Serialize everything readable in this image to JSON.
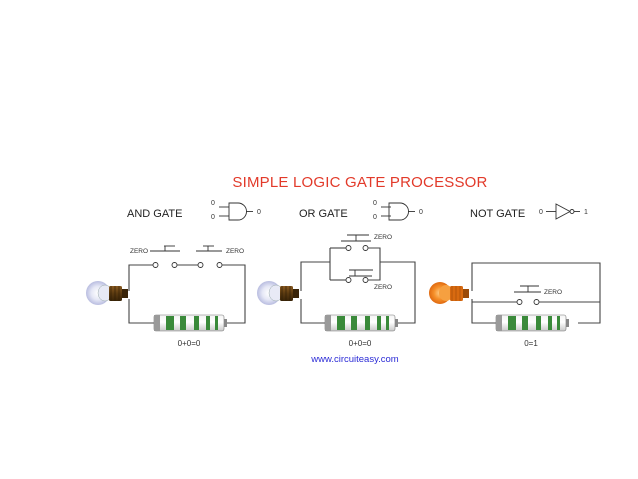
{
  "title": "SIMPLE LOGIC GATE PROCESSOR",
  "colors": {
    "title": "#e23a2a",
    "link": "#2b2bd6",
    "wire": "#444444",
    "battery_green": "#3a8a3a",
    "lamp_on": "#f07a10",
    "lamp_off": "#d8dcf0"
  },
  "and_gate": {
    "label": "AND GATE",
    "input_a": "0",
    "input_b": "0",
    "output": "0",
    "switch_left_label": "ZERO",
    "switch_right_label": "ZERO",
    "equation": "0+0=0",
    "lamp_state": "off"
  },
  "or_gate": {
    "label": "OR GATE",
    "input_a": "0",
    "input_b": "0",
    "output": "0",
    "switch_top_label": "ZERO",
    "switch_bottom_label": "ZERO",
    "equation": "0+0=0",
    "lamp_state": "off"
  },
  "not_gate": {
    "label": "NOT GATE",
    "input": "0",
    "output": "1",
    "switch_label": "ZERO",
    "equation": "0=1",
    "lamp_state": "on"
  },
  "footer": {
    "url": "www.circuiteasy.com"
  }
}
